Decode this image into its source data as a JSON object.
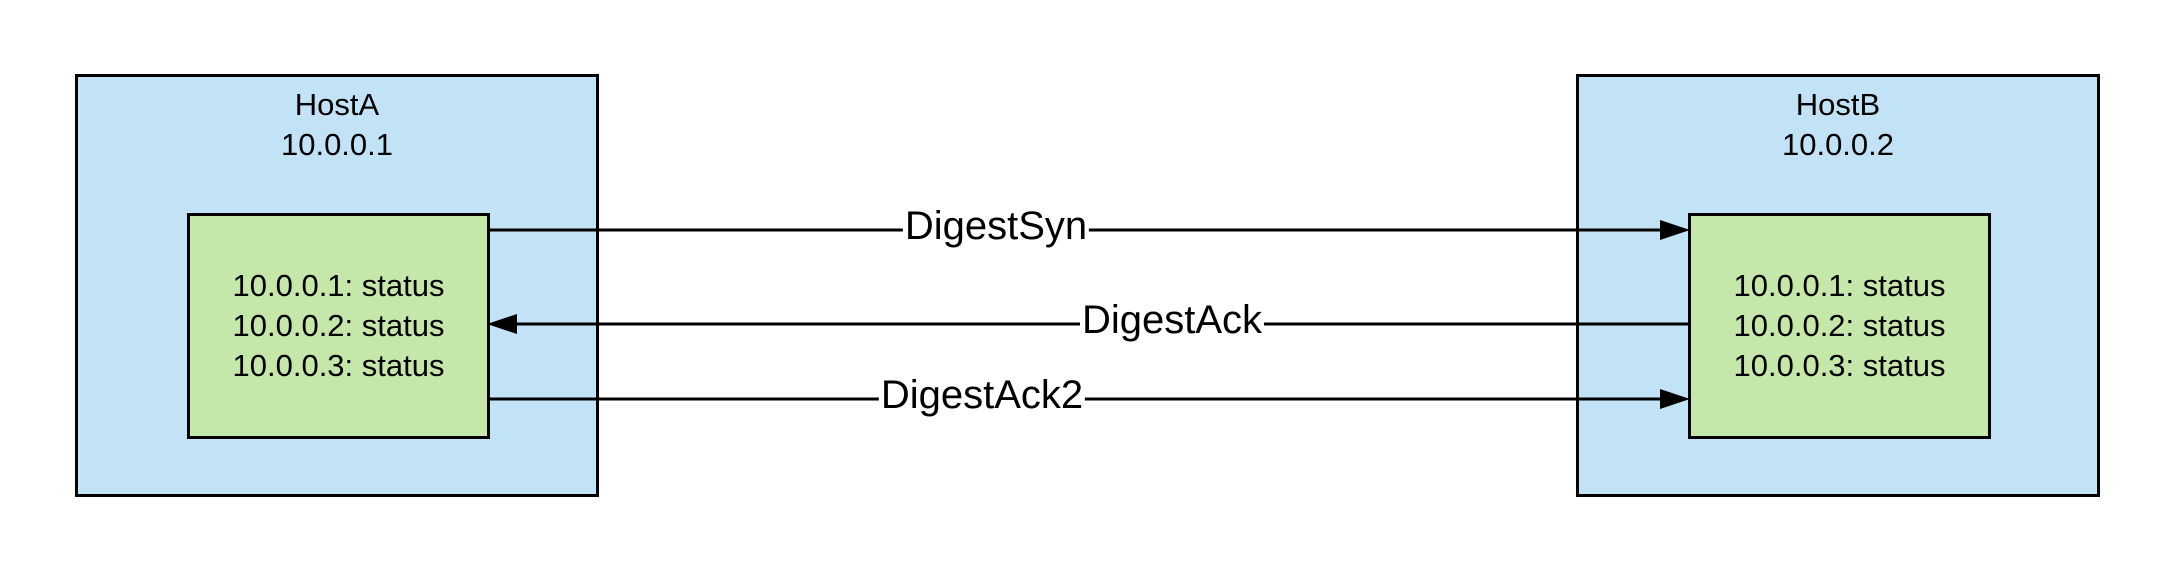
{
  "hosts": [
    {
      "name": "HostA",
      "ip": "10.0.0.1",
      "status_lines": [
        "10.0.0.1: status",
        "10.0.0.2: status",
        "10.0.0.3: status"
      ]
    },
    {
      "name": "HostB",
      "ip": "10.0.0.2",
      "status_lines": [
        "10.0.0.1: status",
        "10.0.0.2: status",
        "10.0.0.3: status"
      ]
    }
  ],
  "messages": [
    {
      "label": "DigestSyn",
      "from": "HostA",
      "to": "HostB"
    },
    {
      "label": "DigestAck",
      "from": "HostB",
      "to": "HostA"
    },
    {
      "label": "DigestAck2",
      "from": "HostA",
      "to": "HostB"
    }
  ],
  "colors": {
    "host_fill": "#c2e3f5",
    "status_fill": "#c6e7aa",
    "stroke": "#000000"
  }
}
